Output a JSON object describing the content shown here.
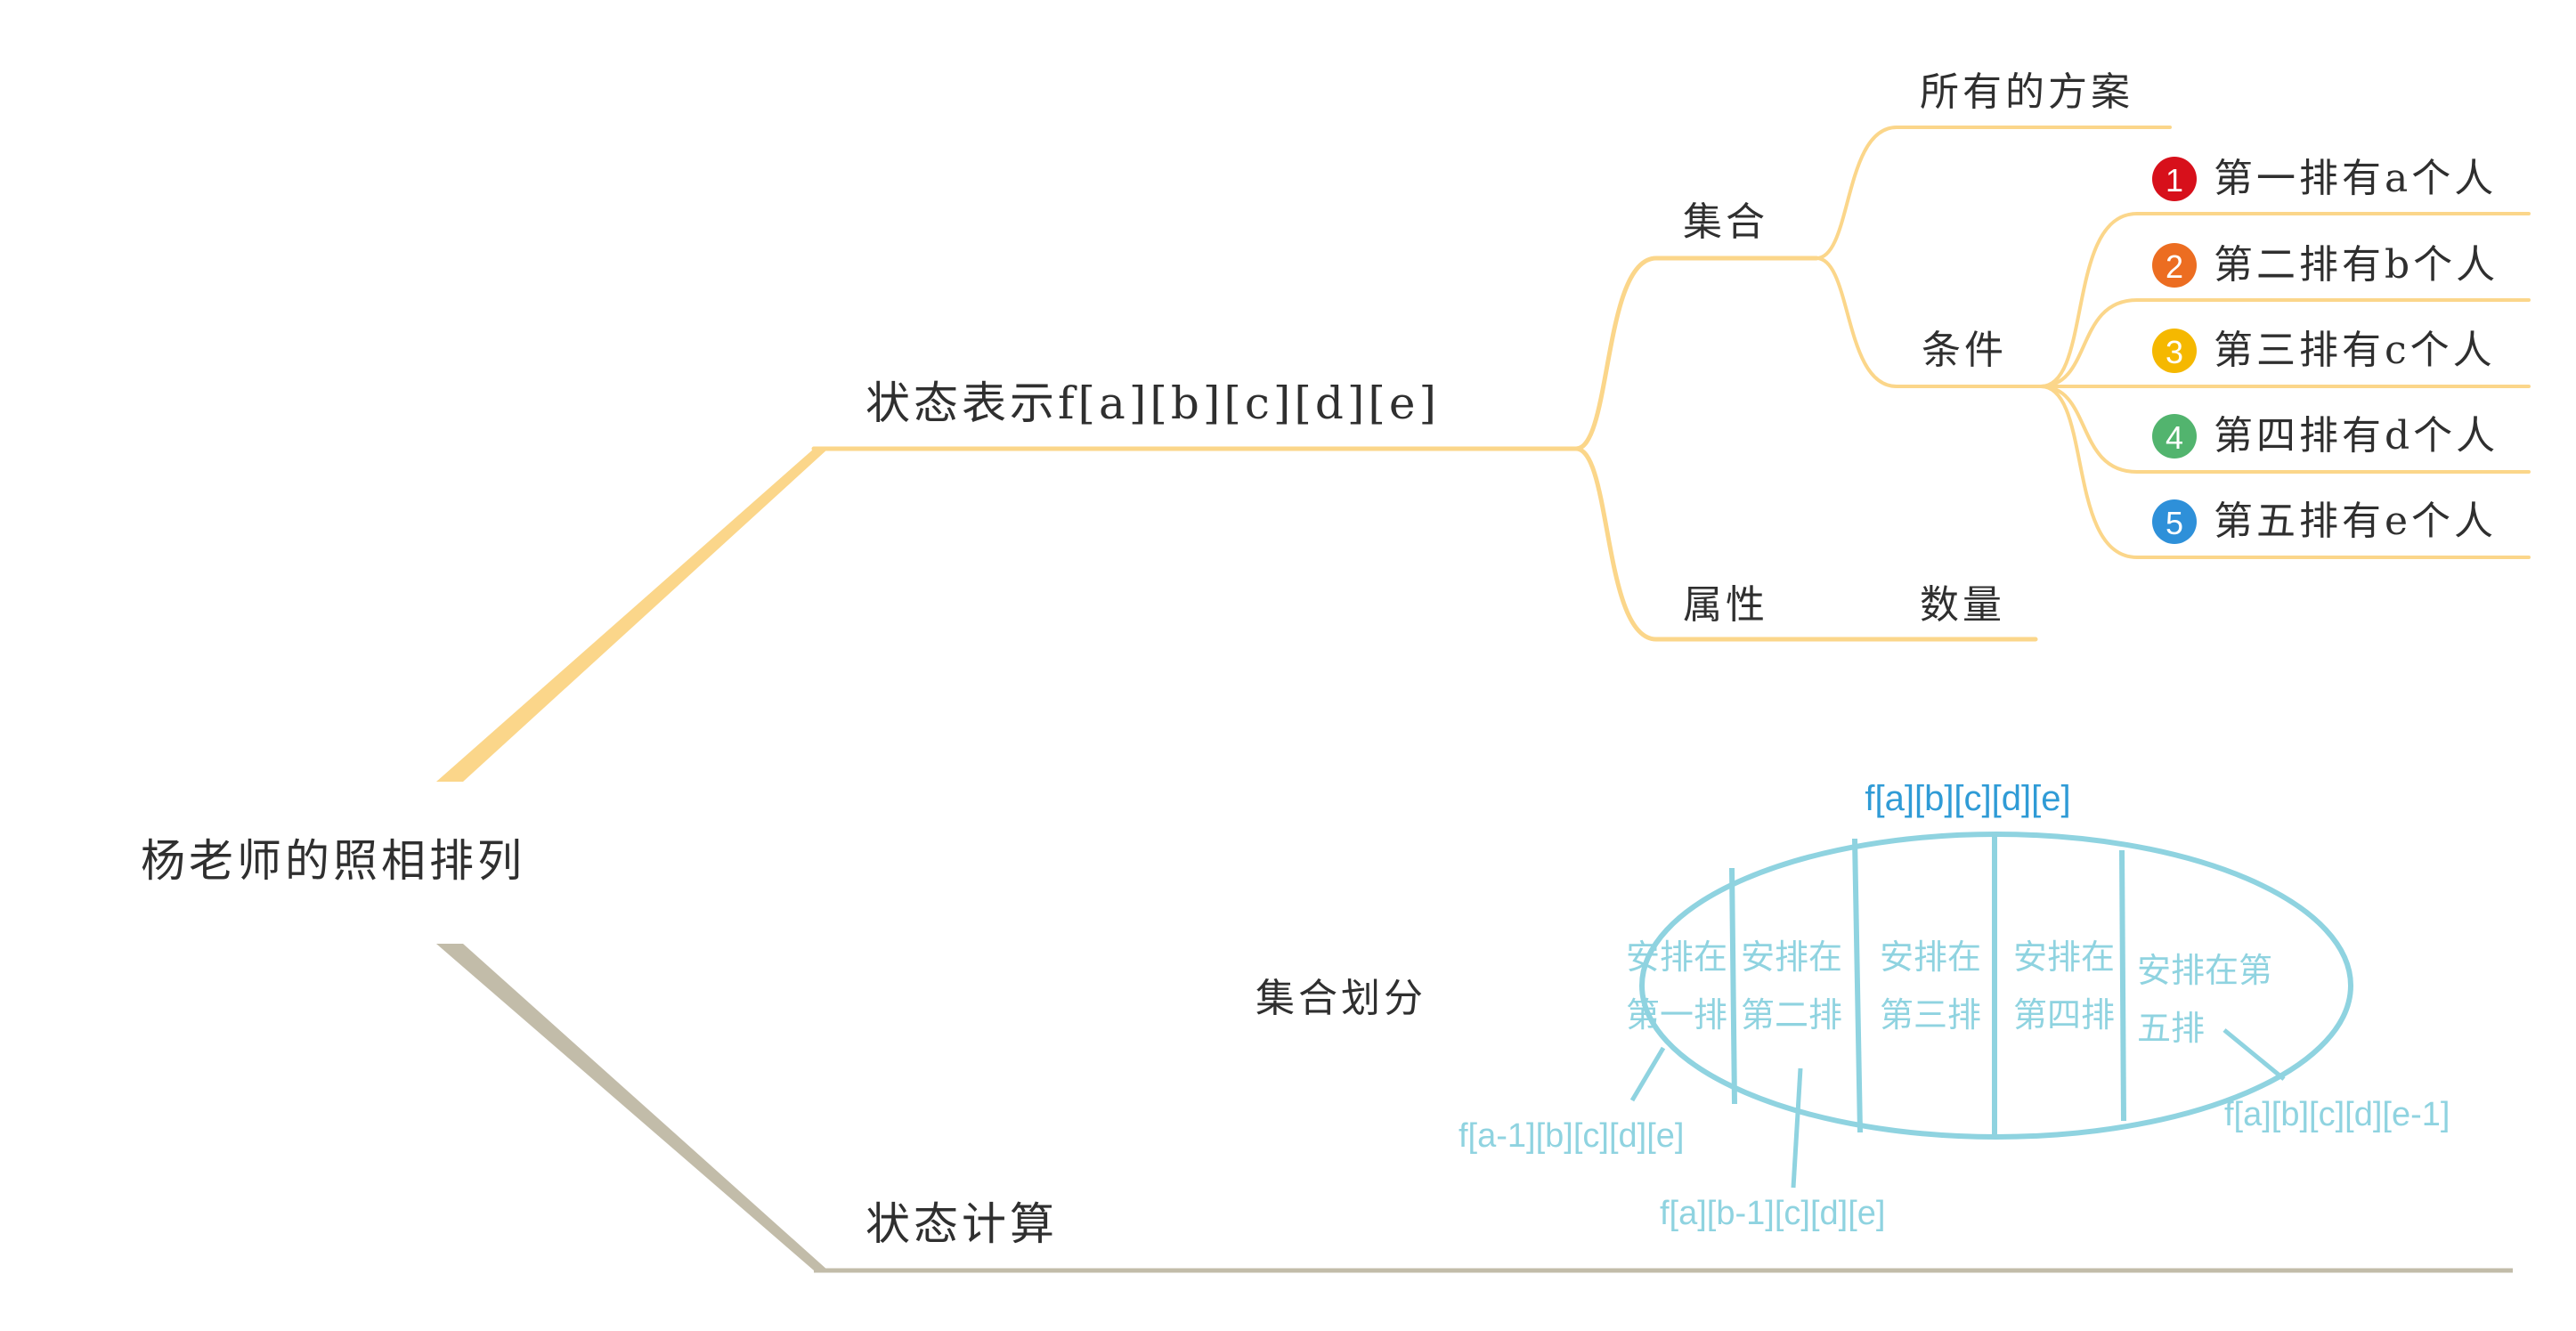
{
  "root": {
    "label": "杨老师的照相排列"
  },
  "branch_state": {
    "label": "状态表示f[a][b][c][d][e]",
    "set": {
      "label": "集合",
      "all_plans": "所有的方案",
      "condition": {
        "label": "条件",
        "items": [
          {
            "num": "1",
            "text": "第一排有a个人",
            "color": "#d7101b"
          },
          {
            "num": "2",
            "text": "第二排有b个人",
            "color": "#ec6d21"
          },
          {
            "num": "3",
            "text": "第三排有c个人",
            "color": "#f5b800"
          },
          {
            "num": "4",
            "text": "第四排有d个人",
            "color": "#52b46e"
          },
          {
            "num": "5",
            "text": "第五排有e个人",
            "color": "#2e90d9"
          }
        ]
      }
    },
    "attribute": {
      "label": "属性",
      "value": "数量"
    }
  },
  "branch_calc": {
    "label": "状态计算",
    "partition_label": "集合划分",
    "ellipse": {
      "title": "f[a][b][c][d][e]",
      "title_color": "#2f9bd6",
      "color": "#8fd3e0",
      "cells": [
        {
          "line1": "安排在",
          "line2": "第一排"
        },
        {
          "line1": "安排在",
          "line2": "第二排"
        },
        {
          "line1": "安排在",
          "line2": "第三排"
        },
        {
          "line1": "安排在",
          "line2": "第四排"
        },
        {
          "line1": "安排在第",
          "line2": "五排"
        }
      ],
      "callouts": [
        "f[a-1][b][c][d][e]",
        "f[a][b-1][c][d][e]",
        "f[a][b][c][d][e-1]"
      ]
    }
  },
  "colors": {
    "branch_state": "#fbd68a",
    "branch_calc": "#c2bca9",
    "text": "#2f2f2f"
  }
}
